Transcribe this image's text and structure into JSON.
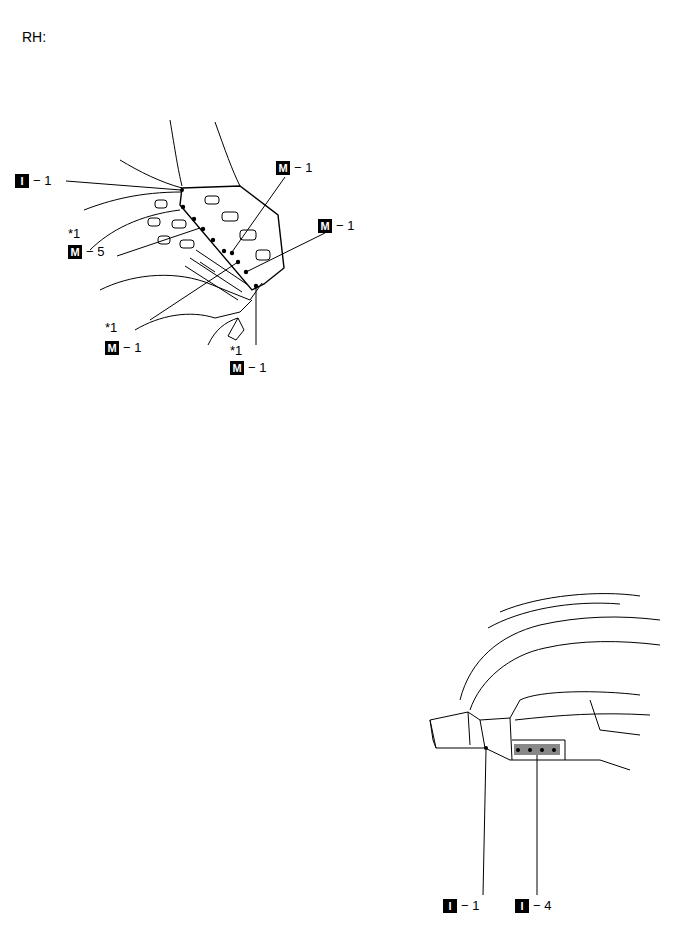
{
  "diagram": {
    "labels": [
      "RH:",
      "I",
      "− 1",
      "M",
      "− 1",
      "*1",
      "M",
      "− 5",
      "M",
      "− 1",
      "*1",
      "M",
      "− 1",
      "*1",
      "M",
      "− 1",
      "I",
      "− 1",
      "I",
      "− 4"
    ]
  }
}
